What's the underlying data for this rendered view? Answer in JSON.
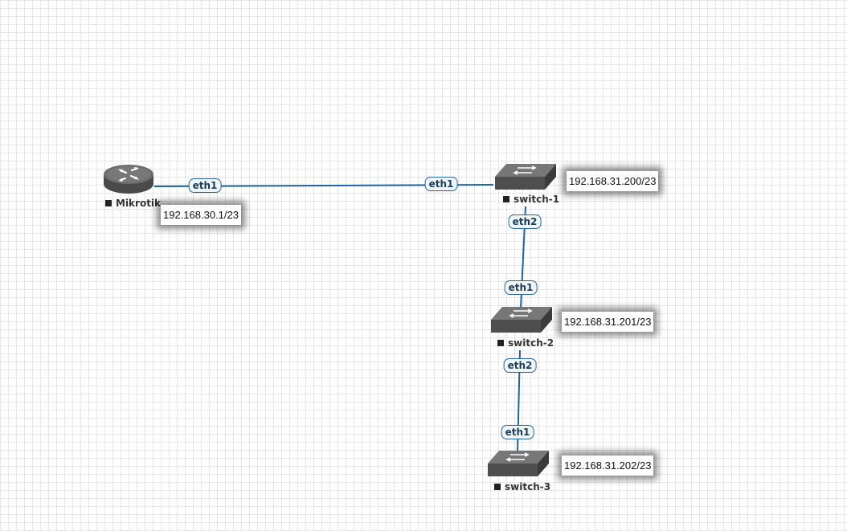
{
  "nodes": {
    "mikrotik": {
      "label": "Mikrotik",
      "icon": "router-icon"
    },
    "switch1": {
      "label": "switch-1",
      "icon": "switch-icon"
    },
    "switch2": {
      "label": "switch-2",
      "icon": "switch-icon"
    },
    "switch3": {
      "label": "switch-3",
      "icon": "switch-icon"
    }
  },
  "links": {
    "mikrotik_switch1": {
      "a_port": "eth1",
      "b_port": "eth1"
    },
    "switch1_switch2": {
      "a_port": "eth2",
      "b_port": "eth1"
    },
    "switch2_switch3": {
      "a_port": "eth2",
      "b_port": "eth1"
    }
  },
  "notes": {
    "mikrotik_ip": "192.168.30.1/23",
    "switch1_ip": "192.168.31.200/23",
    "switch2_ip": "192.168.31.201/23",
    "switch3_ip": "192.168.31.202/23"
  },
  "colors": {
    "link": "#1f64a0",
    "grid": "#e6e6e6",
    "device": "#5a5a5a"
  }
}
